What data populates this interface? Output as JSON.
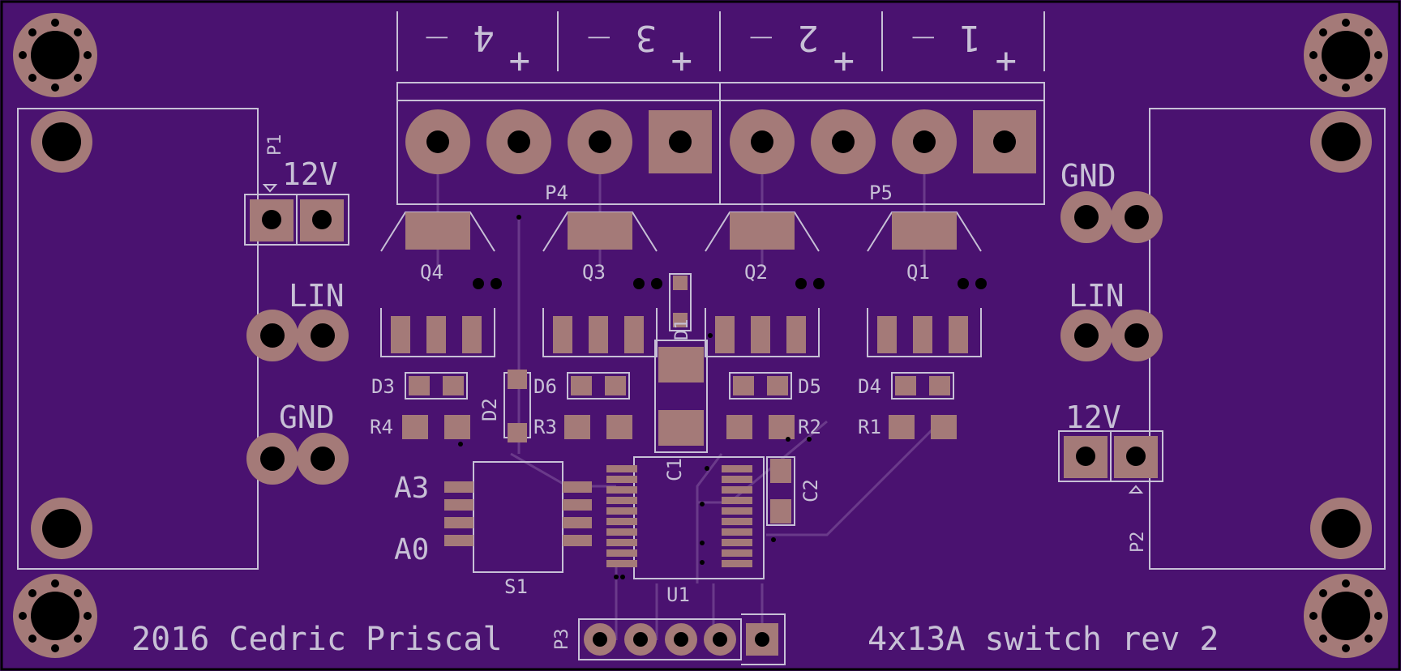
{
  "texts": {
    "footer_left": "2016 Cedric Priscal",
    "footer_right": "4x13A switch rev 2",
    "left_12v": "12V",
    "left_lin": "LIN",
    "left_gnd": "GND",
    "right_gnd": "GND",
    "right_lin": "LIN",
    "right_12v": "12V",
    "p1": "P1",
    "p2": "P2",
    "p3": "P3",
    "p4": "P4",
    "p5": "P5",
    "q4": "Q4",
    "q3": "Q3",
    "q2": "Q2",
    "q1": "Q1",
    "d1": "D1",
    "d2": "D2",
    "d3": "D3",
    "d4": "D4",
    "d5": "D5",
    "d6": "D6",
    "r1": "R1",
    "r2": "R2",
    "r3": "R3",
    "r4": "R4",
    "c1": "C1",
    "c2": "C2",
    "s1": "S1",
    "u1": "U1",
    "a3": "A3",
    "a0": "A0",
    "t4": "4",
    "t3": "3",
    "t2": "2",
    "t1": "1",
    "minus": "_",
    "plus": "+"
  },
  "colors": {
    "board": "#4a1270",
    "silkscreen": "#c7c0d6",
    "copper_pad": "#a47a78",
    "drill": "#000000"
  }
}
